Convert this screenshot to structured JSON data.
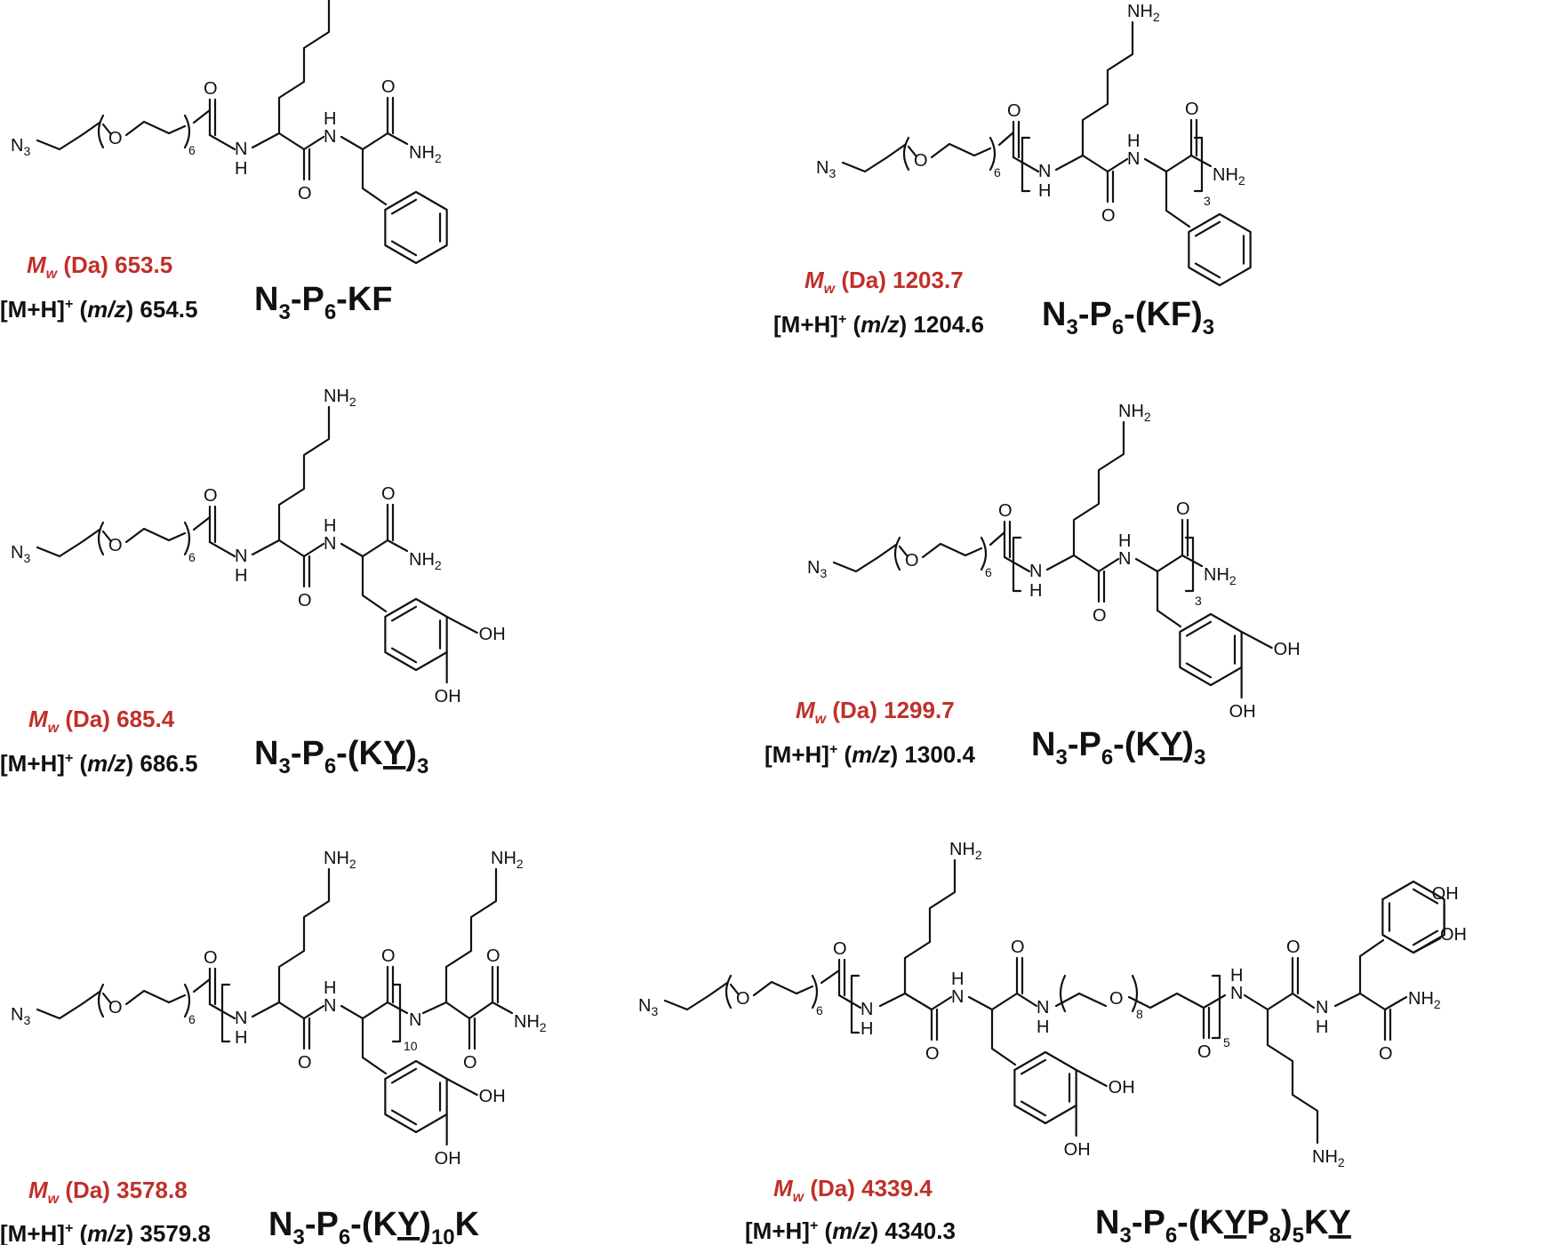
{
  "atoms": {
    "n3": "N",
    "n3_sub": "3",
    "o": "O",
    "nh": "N",
    "h": "H",
    "nh2": "NH",
    "nh2_sub": "2",
    "oh": "OH"
  },
  "repeat_counts": {
    "peg6": "6",
    "peg8": "8",
    "n3": "3",
    "n10": "10",
    "n5": "5"
  },
  "labels": {
    "mw_prefix": "M",
    "mw_sub": "w",
    "mw_unit": "(Da)",
    "mz_prefix": "[M+H]",
    "mz_sup": "+",
    "mz_unit": "(m/z)"
  },
  "compounds": [
    {
      "name_parts": [
        "N",
        "3",
        "-P",
        "6",
        "-KF"
      ],
      "mw": "653.5",
      "mz": "654.5"
    },
    {
      "name_parts": [
        "N",
        "3",
        "-P",
        "6",
        "-(KF)",
        "3"
      ],
      "mw": "1203.7",
      "mz": "1204.6"
    },
    {
      "name_parts": [
        "N",
        "3",
        "-P",
        "6",
        "-(K",
        "Y",
        ")",
        "3"
      ],
      "mw": "685.4",
      "mz": "686.5"
    },
    {
      "name_parts": [
        "N",
        "3",
        "-P",
        "6",
        "-(K",
        "Y",
        ")",
        "3"
      ],
      "mw": "1299.7",
      "mz": "1300.4"
    },
    {
      "name_parts": [
        "N",
        "3",
        "-P",
        "6",
        "-(K",
        "Y",
        ")",
        "10",
        "K"
      ],
      "mw": "3578.8",
      "mz": "3579.8"
    },
    {
      "name_parts": [
        "N",
        "3",
        "-P",
        "6",
        "-(K",
        "Y",
        "P",
        "8",
        ")",
        "5",
        "K",
        "Y"
      ],
      "mw": "4339.4",
      "mz": "4340.3"
    }
  ],
  "colors": {
    "accent": "#c0302a",
    "ink": "#111111"
  }
}
